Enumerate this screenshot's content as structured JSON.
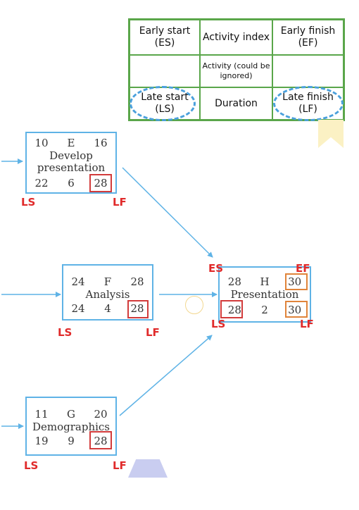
{
  "legend": {
    "early_start": "Early start (ES)",
    "activity_index": "Activity index",
    "early_finish": "Early finish (EF)",
    "blank_left": "",
    "activity_note": "Activity (could be ignored)",
    "blank_right": "",
    "late_start": "Late start (LS)",
    "duration": "Duration",
    "late_finish": "Late finish (LF)"
  },
  "nodes": {
    "E": {
      "es": "10",
      "index": "E",
      "ef": "16",
      "name": "Develop presentation",
      "ls": "22",
      "dur": "6",
      "lf": "28"
    },
    "F": {
      "es": "24",
      "index": "F",
      "ef": "28",
      "name": "Analysis",
      "ls": "24",
      "dur": "4",
      "lf": "28"
    },
    "G": {
      "es": "11",
      "index": "G",
      "ef": "20",
      "name": "Demographics",
      "ls": "19",
      "dur": "9",
      "lf": "28"
    },
    "H": {
      "es": "28",
      "index": "H",
      "ef": "30",
      "name": "Presentation",
      "ls": "28",
      "dur": "2",
      "lf": "30"
    }
  },
  "tags": {
    "ls": "LS",
    "lf": "LF",
    "es": "ES",
    "ef": "EF"
  },
  "colors": {
    "node_border": "#5fb3e6",
    "arrow": "#5fb3e6",
    "highlight_red": "#d23b3b",
    "highlight_orange": "#e0843a",
    "tag_red": "#e02a2a",
    "legend_border": "#5aa64a",
    "oval_dash": "#4aa0dc"
  }
}
